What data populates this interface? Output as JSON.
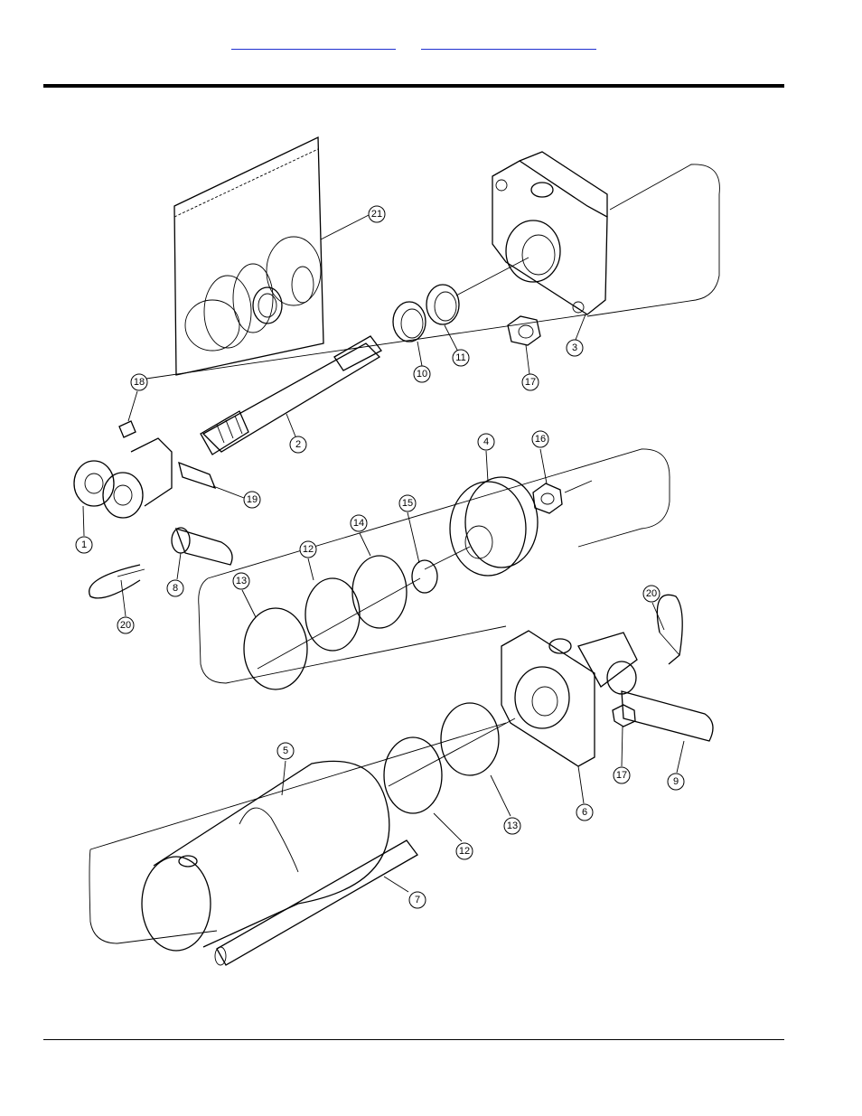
{
  "header": {
    "links": [
      {
        "label": ""
      },
      {
        "label": ""
      }
    ]
  },
  "callouts": [
    {
      "number": "21"
    },
    {
      "number": "11"
    },
    {
      "number": "10"
    },
    {
      "number": "17"
    },
    {
      "number": "3"
    },
    {
      "number": "18"
    },
    {
      "number": "2"
    },
    {
      "number": "19"
    },
    {
      "number": "1"
    },
    {
      "number": "8"
    },
    {
      "number": "20"
    },
    {
      "number": "4"
    },
    {
      "number": "16"
    },
    {
      "number": "15"
    },
    {
      "number": "14"
    },
    {
      "number": "12"
    },
    {
      "number": "13"
    },
    {
      "number": "20"
    },
    {
      "number": "9"
    },
    {
      "number": "17"
    },
    {
      "number": "6"
    },
    {
      "number": "5"
    },
    {
      "number": "13"
    },
    {
      "number": "12"
    },
    {
      "number": "7"
    }
  ]
}
